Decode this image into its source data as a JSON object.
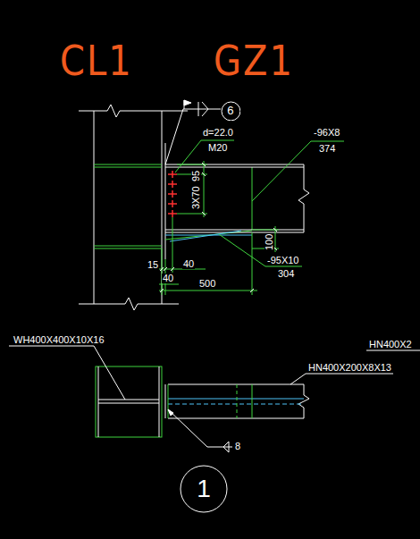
{
  "diagram": {
    "nodes": [
      {
        "text": [
          "6"
        ]
      },
      {
        "text": [
          "1"
        ]
      }
    ],
    "labels": [
      "CL1",
      "GZ1",
      "d=22.0",
      "M20",
      "-96X8",
      "374",
      "95",
      "3X70",
      "100",
      "15",
      "40",
      "40",
      "500",
      "-95X10",
      "304",
      "WH400X400X10X16",
      "HN400X2",
      "HN400X200X8X13",
      "8"
    ]
  }
}
